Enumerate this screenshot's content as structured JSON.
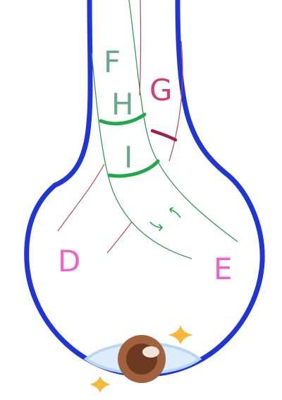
{
  "labels": {
    "D": "D",
    "E": "E",
    "F": "F",
    "G": "G",
    "H": "H",
    "I": "I"
  },
  "colors": {
    "outline": "#1f35d6",
    "green_label": "#6aa88a",
    "green_line": "#3a9a5a",
    "green_mark": "#1faa4a",
    "red_line": "#b04a5e",
    "red_mark": "#a11d4a",
    "pink_label": "#f060c8",
    "g_label": "#d63b72",
    "star": "#f5b83a",
    "eye_blue": "#b8d6f5",
    "iris": "#a0613c",
    "pupil": "#6b3a20"
  },
  "icons": [
    "eye-icon",
    "sparkle-icon",
    "arrow-icon"
  ]
}
